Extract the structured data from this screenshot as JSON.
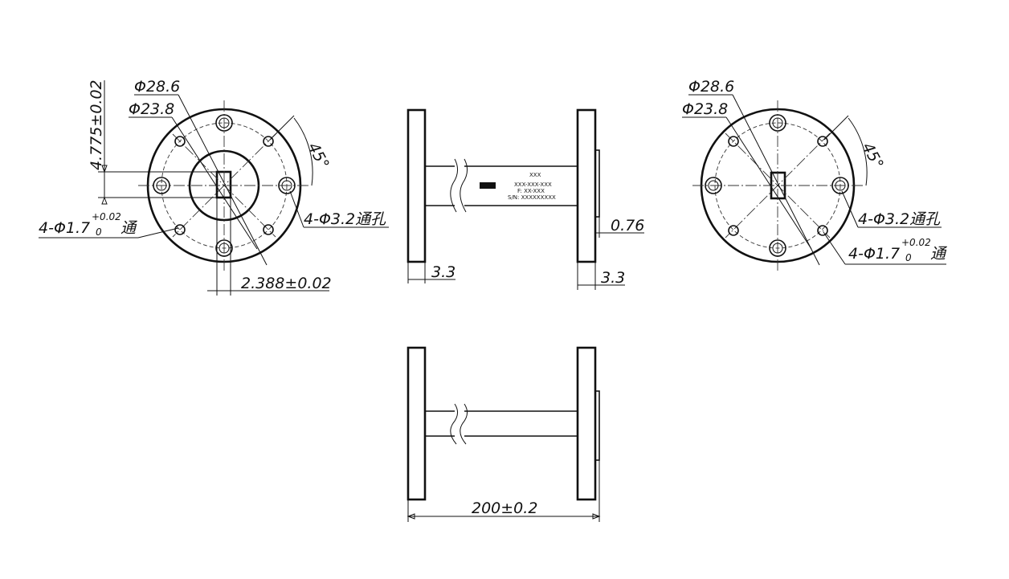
{
  "left_view": {
    "dia_outer": "Φ28.6",
    "dia_bolt_circle": "Φ23.8",
    "height_dim": "4.775±0.02",
    "width_dim": "2.388±0.02",
    "through_hole_32": "4-Φ3.2通孔",
    "pin_hole_prefix": "4-Φ1.7",
    "pin_hole_tol_upper": "+0.02",
    "pin_hole_tol_lower": "0",
    "pin_hole_suffix": "通"
  },
  "front_view": {
    "flange_thk_left": "3.3",
    "flange_thk_right": "3.3",
    "boss_height": "0.76",
    "label_line1": "XXX",
    "label_line2": "XXX-XXX-XXX",
    "label_line3": "F: XX-XXX",
    "label_line4": "S/N: XXXXXXXXX"
  },
  "right_view": {
    "dia_outer": "Φ28.6",
    "dia_bolt_circle": "Φ23.8",
    "angle": "45°",
    "through_hole_32": "4-Φ3.2通孔",
    "pin_hole_prefix": "4-Φ1.7",
    "pin_hole_tol_upper": "+0.02",
    "pin_hole_tol_lower": "0",
    "pin_hole_suffix": "通"
  },
  "left_angle": "45°",
  "bottom_view": {
    "length_dim": "200±0.2"
  }
}
